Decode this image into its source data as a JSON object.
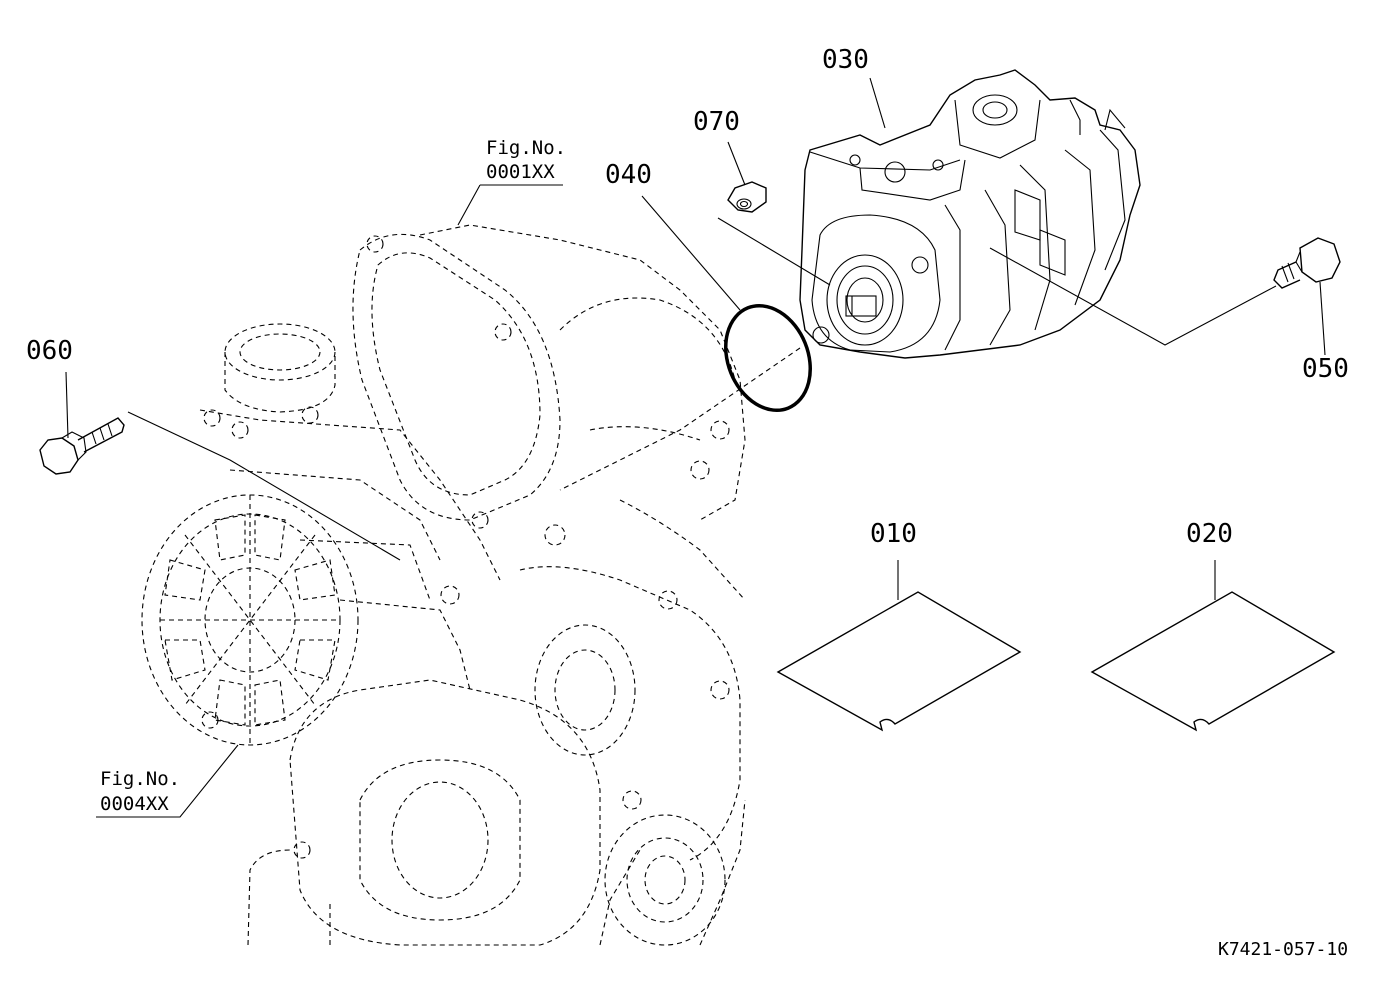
{
  "parts": {
    "p010": "010",
    "p020": "020",
    "p030": "030",
    "p040": "040",
    "p050": "050",
    "p060": "060",
    "p070": "070"
  },
  "figure_refs": {
    "ref_top": {
      "line1": "Fig.No.",
      "line2": "0001XX"
    },
    "ref_bottom": {
      "line1": "Fig.No.",
      "line2": "0004XX"
    }
  },
  "drawing_code": "K7421-057-10",
  "colors": {
    "line": "#000000",
    "background": "#ffffff"
  }
}
